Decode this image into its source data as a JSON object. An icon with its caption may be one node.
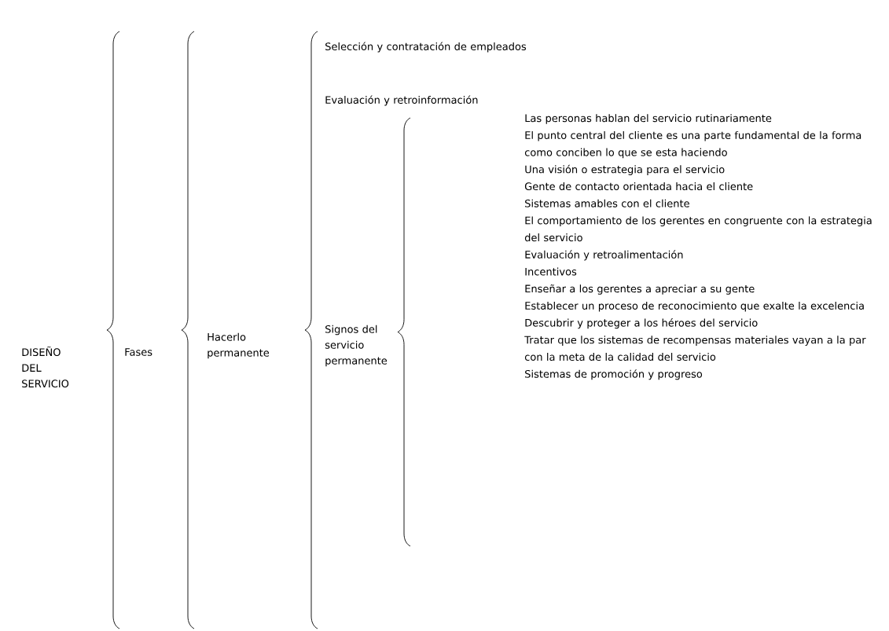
{
  "diagram": {
    "labels": [
      "DISEÑO DEL SERVICIO",
      "Fases",
      "Hacerlo permanente",
      "Selección y contratación de empleados",
      "Evaluación y retroinformación",
      "Signos del servicio permanente",
      "Las personas hablan del servicio rutinariamente",
      "El punto central del cliente es una parte fundamental de la forma como conciben lo que se esta haciendo",
      "Una visión o estrategia para el servicio",
      "Gente de contacto orientada hacia el cliente",
      "Sistemas amables con el cliente",
      "El comportamiento de los gerentes en congruente con la estrategia del servicio",
      "Evaluación y retroalimentación",
      "Incentivos",
      "Enseñar a los gerentes a apreciar a su gente",
      "Establecer un proceso de reconocimiento que exalte la excelencia",
      "Descubrir y proteger a los héroes del servicio",
      "Tratar que los sistemas de recompensas materiales vayan a la par con la meta de la calidad del servicio",
      "Sistemas de promoción y progreso"
    ]
  }
}
